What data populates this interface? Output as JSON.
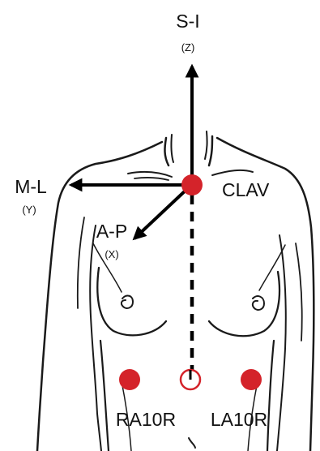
{
  "axes": {
    "si": {
      "label": "S-I",
      "sub": "(Z)"
    },
    "ml": {
      "label": "M-L",
      "sub": "(Y)"
    },
    "ap": {
      "label": "A-P",
      "sub": "(X)"
    }
  },
  "markers": {
    "clav": {
      "label": "CLAV"
    },
    "ra10r": {
      "label": "RA10R"
    },
    "la10r": {
      "label": "LA10R"
    }
  },
  "colors": {
    "marker": "#d4232a",
    "line": "#000000"
  },
  "icons": {
    "axis_arrow": "arrow-icon",
    "marker_dot": "circle-filled",
    "projection_marker": "circle-outline"
  }
}
